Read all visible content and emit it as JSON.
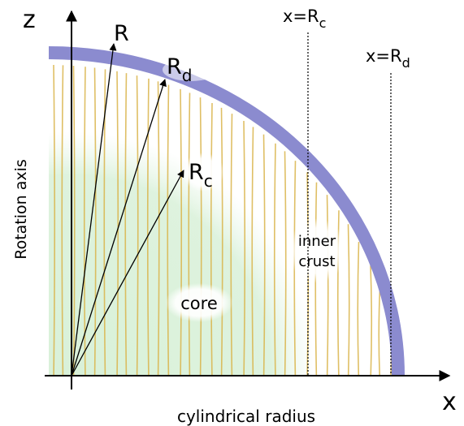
{
  "labels": {
    "z_axis": "z",
    "x_axis": "x",
    "rotation_axis": "Rotation axis",
    "cylindrical_radius": "cylindrical radius",
    "R": "R",
    "Rd_main": "R",
    "Rd_sub": "d",
    "Rc_main": "R",
    "Rc_sub": "c",
    "x_eq_Rc_main": "x=R",
    "x_eq_Rc_sub": "c",
    "x_eq_Rd_main": "x=R",
    "x_eq_Rd_sub": "d",
    "core": "core",
    "inner_crust_line1": "inner",
    "inner_crust_line2": "crust"
  },
  "colors": {
    "crust_shell": "#8b8bcf",
    "core_fill": "#d9f1d9",
    "vortex_lines": "#d9b44a",
    "axes": "#000000"
  }
}
